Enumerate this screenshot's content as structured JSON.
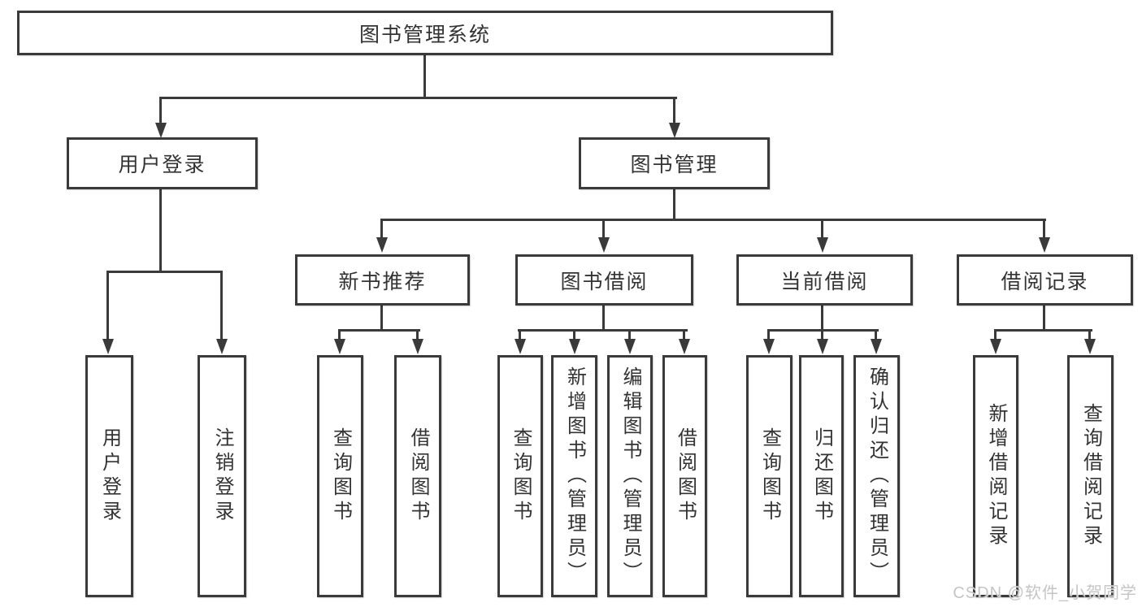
{
  "colors": {
    "line": "#3a3a3a",
    "box_border": "#3a3a3a",
    "text": "#333333",
    "watermark": "#c5c5c5",
    "background": "#ffffff"
  },
  "tree": {
    "label": "图书管理系统",
    "children": [
      {
        "label": "用户登录",
        "children": [
          {
            "label": "用户登录"
          },
          {
            "label": "注销登录"
          }
        ]
      },
      {
        "label": "图书管理",
        "children": [
          {
            "label": "新书推荐",
            "children": [
              {
                "label": "查询图书"
              },
              {
                "label": "借阅图书"
              }
            ]
          },
          {
            "label": "图书借阅",
            "children": [
              {
                "label": "查询图书"
              },
              {
                "label": "新增图书（管理员）"
              },
              {
                "label": "编辑图书（管理员）"
              },
              {
                "label": "借阅图书"
              }
            ]
          },
          {
            "label": "当前借阅",
            "children": [
              {
                "label": "查询图书"
              },
              {
                "label": "归还图书"
              },
              {
                "label": "确认归还（管理员）"
              }
            ]
          },
          {
            "label": "借阅记录",
            "children": [
              {
                "label": "新增借阅记录"
              },
              {
                "label": "查询借阅记录"
              }
            ]
          }
        ]
      }
    ]
  },
  "watermark": {
    "text": "CSDN @软件_小贺同学"
  }
}
